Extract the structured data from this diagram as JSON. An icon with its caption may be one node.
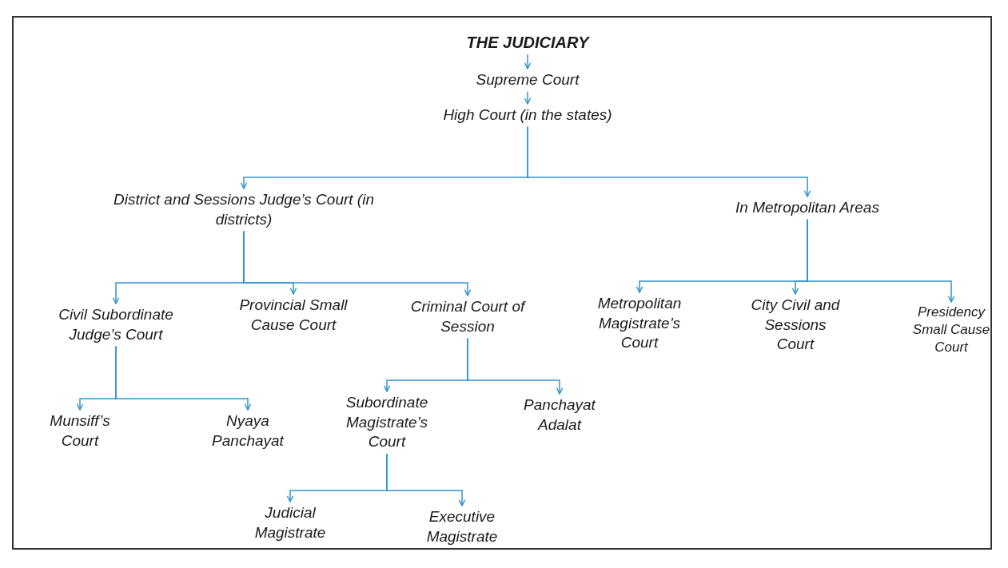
{
  "diagram": {
    "nodes": [
      {
        "text": [
          "THE JUDICIARY"
        ]
      },
      {
        "text": [
          "Supreme Court"
        ]
      },
      {
        "text": [
          "High Court (in the states)"
        ]
      },
      {
        "text": [
          "District and Sessions Judge’s Court (in districts)"
        ]
      },
      {
        "text": [
          "In Metropolitan Areas"
        ]
      },
      {
        "text": [
          "Civil Subordinate Judge’s Court"
        ]
      },
      {
        "text": [
          "Provincial Small Cause Court"
        ]
      },
      {
        "text": [
          "Criminal Court of Session"
        ]
      },
      {
        "text": [
          "Metropolitan Magistrate’s Court"
        ]
      },
      {
        "text": [
          "City Civil and Sessions Court"
        ]
      },
      {
        "text": [
          "Presidency Small Cause Court"
        ]
      },
      {
        "text": [
          "Munsiff’s Court"
        ]
      },
      {
        "text": [
          "Nyaya Panchayat"
        ]
      },
      {
        "text": [
          "Subordinate Magistrate’s Court"
        ]
      },
      {
        "text": [
          "Panchayat Adalat"
        ]
      },
      {
        "text": [
          "Judicial Magistrate"
        ]
      },
      {
        "text": [
          "Executive Magistrate"
        ]
      }
    ],
    "edges": [
      {
        "from": 0,
        "to": 1,
        "arrow": "to"
      },
      {
        "from": 1,
        "to": 2,
        "arrow": "to"
      },
      {
        "from": 2,
        "to": 3,
        "arrow": "to"
      },
      {
        "from": 2,
        "to": 4,
        "arrow": "to"
      },
      {
        "from": 3,
        "to": 5,
        "arrow": "to"
      },
      {
        "from": 3,
        "to": 6,
        "arrow": "to"
      },
      {
        "from": 3,
        "to": 7,
        "arrow": "to"
      },
      {
        "from": 4,
        "to": 8,
        "arrow": "to"
      },
      {
        "from": 4,
        "to": 9,
        "arrow": "to"
      },
      {
        "from": 4,
        "to": 10,
        "arrow": "to"
      },
      {
        "from": 5,
        "to": 11,
        "arrow": "to"
      },
      {
        "from": 5,
        "to": 12,
        "arrow": "to"
      },
      {
        "from": 7,
        "to": 13,
        "arrow": "to"
      },
      {
        "from": 7,
        "to": 14,
        "arrow": "to"
      },
      {
        "from": 13,
        "to": 15,
        "arrow": "to"
      },
      {
        "from": 13,
        "to": 16,
        "arrow": "to"
      }
    ]
  }
}
